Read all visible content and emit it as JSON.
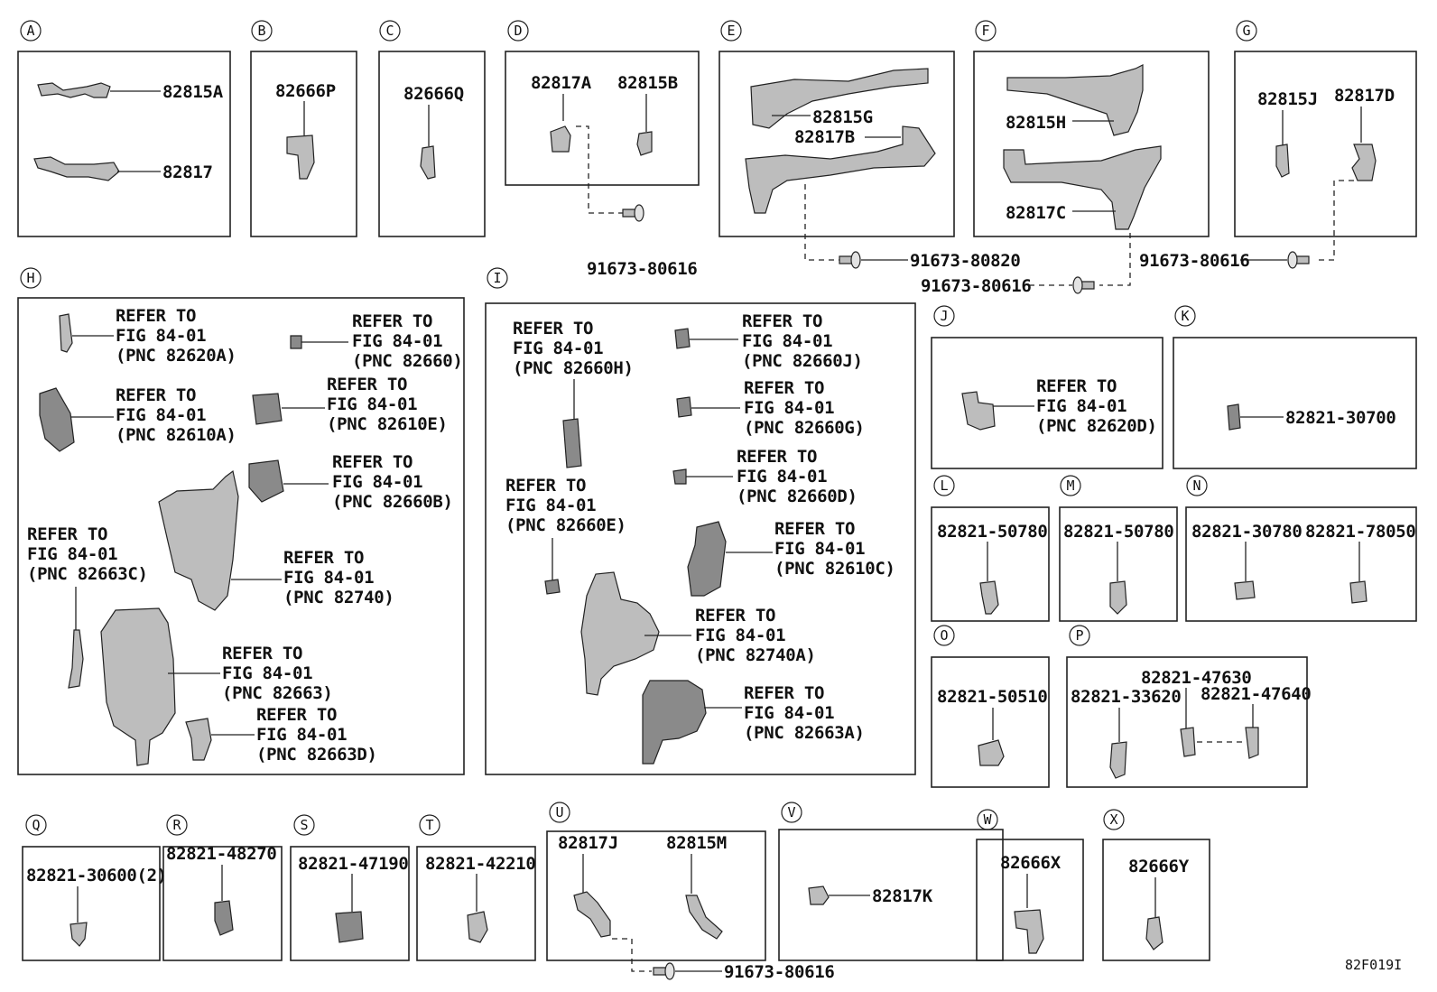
{
  "sections": {
    "A": {
      "letter": "A",
      "labels": [
        "82815A",
        "82817"
      ]
    },
    "B": {
      "letter": "B",
      "labels": [
        "82666P"
      ]
    },
    "C": {
      "letter": "C",
      "labels": [
        "82666Q"
      ]
    },
    "D": {
      "letter": "D",
      "labels": [
        "82817A",
        "82815B"
      ],
      "bolt": "91673-80616"
    },
    "E": {
      "letter": "E",
      "labels": [
        "82815G",
        "82817B"
      ],
      "bolt": "91673-80820"
    },
    "F": {
      "letter": "F",
      "labels": [
        "82815H",
        "82817C"
      ],
      "bolt": "91673-80616"
    },
    "G": {
      "letter": "G",
      "labels": [
        "82815J",
        "82817D"
      ],
      "bolt": "91673-80616"
    },
    "H": {
      "letter": "H",
      "refs": [
        [
          "REFER TO",
          "FIG 84-01",
          "(PNC 82620A)"
        ],
        [
          "REFER TO",
          "FIG 84-01",
          "(PNC 82660)"
        ],
        [
          "REFER TO",
          "FIG 84-01",
          "(PNC 82610A)"
        ],
        [
          "REFER TO",
          "FIG 84-01",
          "(PNC 82610E)"
        ],
        [
          "REFER TO",
          "FIG 84-01",
          "(PNC 82660B)"
        ],
        [
          "REFER TO",
          "FIG 84-01",
          "(PNC 82663C)"
        ],
        [
          "REFER TO",
          "FIG 84-01",
          "(PNC 82740)"
        ],
        [
          "REFER TO",
          "FIG 84-01",
          "(PNC 82663)"
        ],
        [
          "REFER TO",
          "FIG 84-01",
          "(PNC 82663D)"
        ]
      ]
    },
    "I": {
      "letter": "I",
      "refs": [
        [
          "REFER TO",
          "FIG 84-01",
          "(PNC 82660H)"
        ],
        [
          "REFER TO",
          "FIG 84-01",
          "(PNC 82660J)"
        ],
        [
          "REFER TO",
          "FIG 84-01",
          "(PNC 82660G)"
        ],
        [
          "REFER TO",
          "FIG 84-01",
          "(PNC 82660D)"
        ],
        [
          "REFER TO",
          "FIG 84-01",
          "(PNC 82660E)"
        ],
        [
          "REFER TO",
          "FIG 84-01",
          "(PNC 82610C)"
        ],
        [
          "REFER TO",
          "FIG 84-01",
          "(PNC 82740A)"
        ],
        [
          "REFER TO",
          "FIG 84-01",
          "(PNC 82663A)"
        ]
      ]
    },
    "J": {
      "letter": "J",
      "ref": [
        "REFER TO",
        "FIG 84-01",
        "(PNC 82620D)"
      ]
    },
    "K": {
      "letter": "K",
      "labels": [
        "82821-30700"
      ]
    },
    "L": {
      "letter": "L",
      "labels": [
        "82821-50780"
      ]
    },
    "M": {
      "letter": "M",
      "labels": [
        "82821-50780"
      ]
    },
    "N": {
      "letter": "N",
      "labels": [
        "82821-30780",
        "82821-78050"
      ]
    },
    "O": {
      "letter": "O",
      "labels": [
        "82821-50510"
      ]
    },
    "P": {
      "letter": "P",
      "labels": [
        "82821-47630",
        "82821-33620",
        "82821-47640"
      ]
    },
    "Q": {
      "letter": "Q",
      "labels": [
        "82821-30600(2)"
      ]
    },
    "R": {
      "letter": "R",
      "labels": [
        "82821-48270"
      ]
    },
    "S": {
      "letter": "S",
      "labels": [
        "82821-47190"
      ]
    },
    "T": {
      "letter": "T",
      "labels": [
        "82821-42210"
      ]
    },
    "U": {
      "letter": "U",
      "labels": [
        "82817J",
        "82815M"
      ],
      "bolt": "91673-80616"
    },
    "V": {
      "letter": "V",
      "labels": [
        "82817K"
      ]
    },
    "W": {
      "letter": "W",
      "labels": [
        "82666X"
      ]
    },
    "X": {
      "letter": "X",
      "labels": [
        "82666Y"
      ]
    }
  },
  "figure_code": "82F019I"
}
